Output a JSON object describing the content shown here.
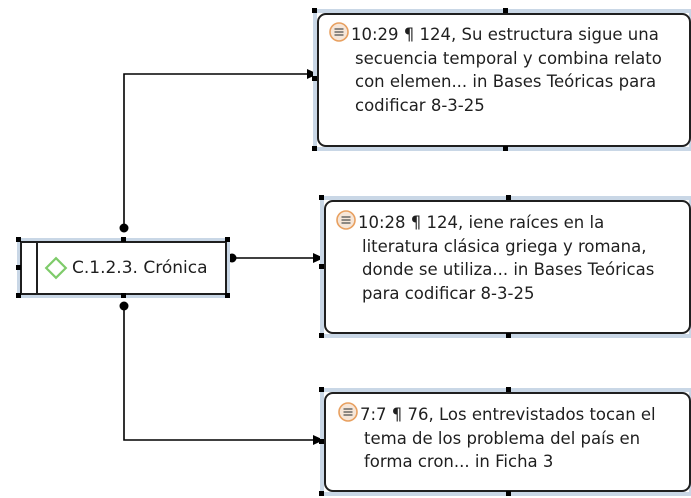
{
  "code": {
    "label": "C.1.2.3. Crónica",
    "icon": "code-diamond-icon",
    "icon_color": "#7ecb6a"
  },
  "quotations": [
    {
      "icon": "quotation-icon",
      "icon_color": "#e8a060",
      "lines": [
        "10:29 ¶ 124, Su estructura sigue una",
        "secuencia temporal y combina relato",
        "con elemen... in Bases Teóricas para",
        "codificar 8-3-25"
      ]
    },
    {
      "icon": "quotation-icon",
      "icon_color": "#e8a060",
      "lines": [
        "10:28 ¶ 124, iene raíces en la",
        "literatura clásica griega y romana,",
        "donde se utiliza... in Bases Teóricas",
        "para codificar 8-3-25"
      ]
    },
    {
      "icon": "quotation-icon",
      "icon_color": "#e8a060",
      "lines": [
        "7:7 ¶ 76, Los entrevistados tocan el",
        "tema de los problema del país en",
        "forma cron... in Ficha 3"
      ]
    }
  ],
  "colors": {
    "selection_frame": "#c9d7e6",
    "border": "#1f1f1f"
  }
}
